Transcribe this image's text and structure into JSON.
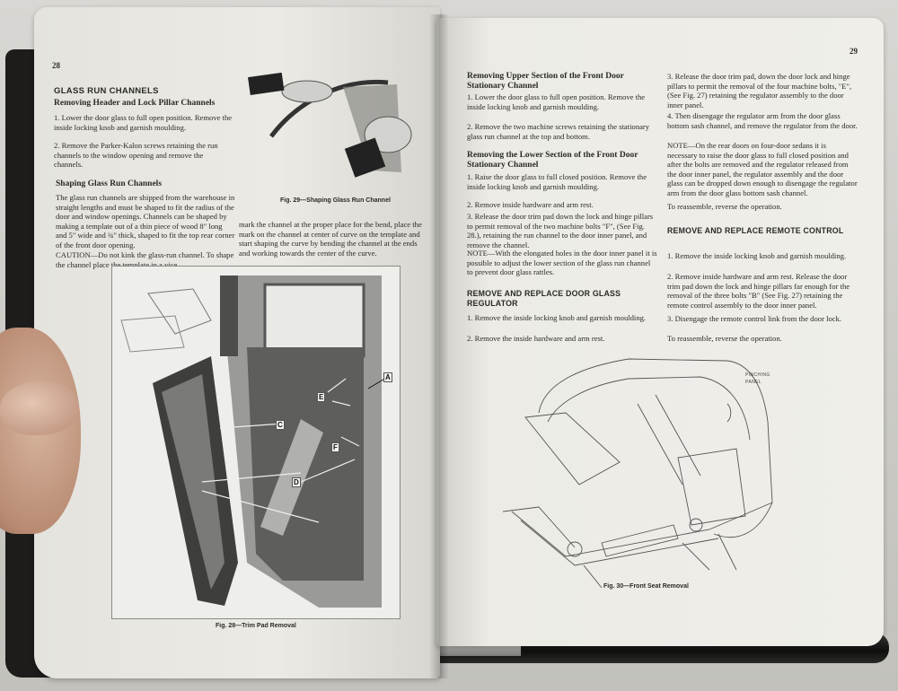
{
  "left_page": {
    "page_number": "28",
    "section_title": "GLASS RUN CHANNELS",
    "sub1_title": "Removing Header and Lock Pillar Channels",
    "sub1_p1": "1. Lower the door glass to full open position. Remove the inside locking knob and garnish moulding.",
    "sub1_p2": "2. Remove the Parker-Kalon screws retaining the run channels to the window opening and remove the channels.",
    "sub2_title": "Shaping Glass Run Channels",
    "sub2_p1": "The glass run channels are shipped from the warehouse in straight lengths and must be shaped to fit the radius of the door and window openings. Channels can be shaped by making a template out of a thin piece of wood 8\" long and 5\" wide and ¾\" thick, shaped to fit the top rear corner of the front door opening.",
    "sub2_p2": "CAUTION—Do not kink the glass-run channel. To shape the channel place the template in a vice,",
    "continued": "mark the channel at the proper place for the bend, place the mark on the channel at center of curve on the template and start shaping the curve by bending the channel at the ends and working towards the center of the curve.",
    "fig29_caption": "Fig. 29—Shaping Glass Run Channel",
    "fig28_caption": "Fig. 28—Trim Pad Removal",
    "fig28_labels": [
      "A",
      "E",
      "C",
      "F",
      "D"
    ]
  },
  "right_page": {
    "page_number": "29",
    "sec1_title": "Removing Upper Section of the Front Door Stationary Channel",
    "sec1_p1": "1. Lower the door glass to full open position. Remove the inside locking knob and garnish moulding.",
    "sec1_p2": "2. Remove the two machine screws retaining the stationary glass run channel at the top and bottom.",
    "sec2_title": "Removing the Lower Section of the Front Door Stationary Channel",
    "sec2_p1": "1. Raise the door glass to full closed position. Remove the inside locking knob and garnish moulding.",
    "sec2_p2": "2. Remove inside hardware and arm rest.",
    "sec2_p3": "3. Release the door trim pad down the lock and hinge pillars to permit removal of the two machine bolts \"F\", (See Fig. 28.), retaining the run channel to the door inner panel, and remove the channel.",
    "sec2_note": "NOTE—With the elongated holes in the door inner panel it is possible to adjust the lower section of the glass run channel to prevent door glass rattles.",
    "sec3_title": "REMOVE AND REPLACE DOOR GLASS REGULATOR",
    "sec3_p1": "1. Remove the inside locking knob and garnish moulding.",
    "sec3_p2": "2. Remove the inside hardware and arm rest.",
    "col2_p3": "3. Release the door trim pad, down the door lock and hinge pillars to permit the removal of the four machine bolts, \"E\", (See Fig. 27) retaining the regulator assembly to the door inner panel.",
    "col2_p4": "4. Then disengage the regulator arm from the door glass bottom sash channel, and remove the regulator from the door.",
    "col2_note": "NOTE—On the rear doors on four-door sedans it is necessary to raise the door glass to full closed position and after the bolts are removed and the regulator released from the door inner panel, the regulator assembly and the door glass can be dropped down enough to disengage the regulator arm from the door glass bottom sash channel.",
    "col2_reassemble1": "To reassemble, reverse the operation.",
    "sec4_title": "REMOVE AND REPLACE REMOTE CONTROL",
    "sec4_p1": "1. Remove the inside locking knob and garnish moulding.",
    "sec4_p2": "2. Remove inside hardware and arm rest. Release the door trim pad down the lock and hinge pillars far enough for the removal of the three bolts \"B\" (See Fig. 27) retaining the remote control assembly to the door inner panel.",
    "sec4_p3": "3. Disengage the remote control link from the door lock.",
    "col2_reassemble2": "To reassemble, reverse the operation.",
    "fig30_caption": "Fig. 30—Front Seat Removal",
    "fig30_label": "PINCHING PANEL"
  }
}
